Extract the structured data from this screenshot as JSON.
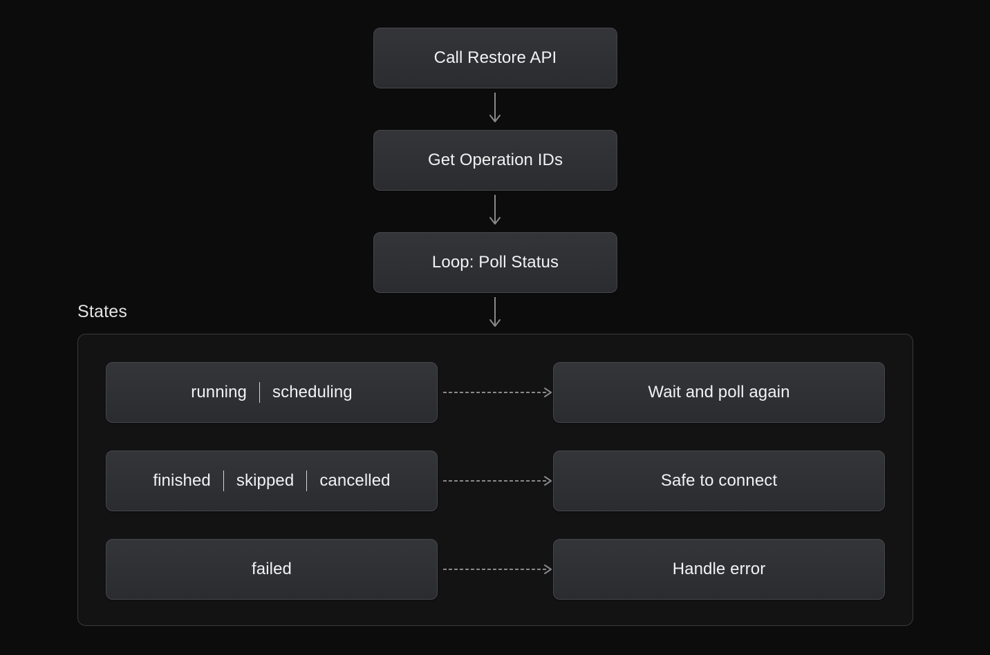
{
  "diagram": {
    "type": "flowchart",
    "background_color": "#0c0c0d",
    "node_fill_color": "#2e2f33",
    "node_border_color": "#46474b",
    "text_color": "#f2f2f3",
    "connector_color": "#8a8a8e",
    "flow_nodes": [
      {
        "id": "call-restore",
        "label": "Call Restore API"
      },
      {
        "id": "get-ops",
        "label": "Get Operation IDs"
      },
      {
        "id": "loop-poll",
        "label": "Loop: Poll Status"
      }
    ],
    "group": {
      "title": "States",
      "rows": [
        {
          "id": "running",
          "states": [
            "running",
            "scheduling"
          ],
          "action": "Wait and poll again"
        },
        {
          "id": "finished",
          "states": [
            "finished",
            "skipped",
            "cancelled"
          ],
          "action": "Safe to connect"
        },
        {
          "id": "failed",
          "states": [
            "failed"
          ],
          "action": "Handle error"
        }
      ]
    },
    "separator_glyph": "|"
  }
}
